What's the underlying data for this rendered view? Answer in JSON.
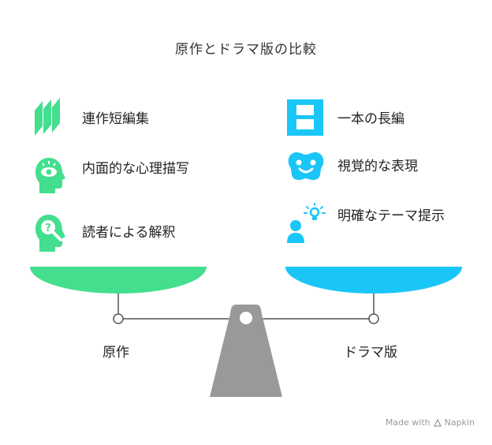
{
  "title": "原作とドラマ版の比較",
  "left": {
    "name": "原作",
    "color": "#44DE8F",
    "items": [
      {
        "label": "連作短編集",
        "icon": "book-stack-icon"
      },
      {
        "label": "内面的な心理描写",
        "icon": "head-eye-icon"
      },
      {
        "label": "読者による解釈",
        "icon": "head-magnifier-question-icon"
      }
    ]
  },
  "right": {
    "name": "ドラマ版",
    "color": "#1AC6F7",
    "items": [
      {
        "label": "一本の長編",
        "icon": "single-panel-icon"
      },
      {
        "label": "視覚的な表現",
        "icon": "smiling-face-icon"
      },
      {
        "label": "明確なテーマ提示",
        "icon": "person-lightbulb-icon"
      }
    ]
  },
  "footer": {
    "made_with": "Made with",
    "brand": "Napkin"
  }
}
